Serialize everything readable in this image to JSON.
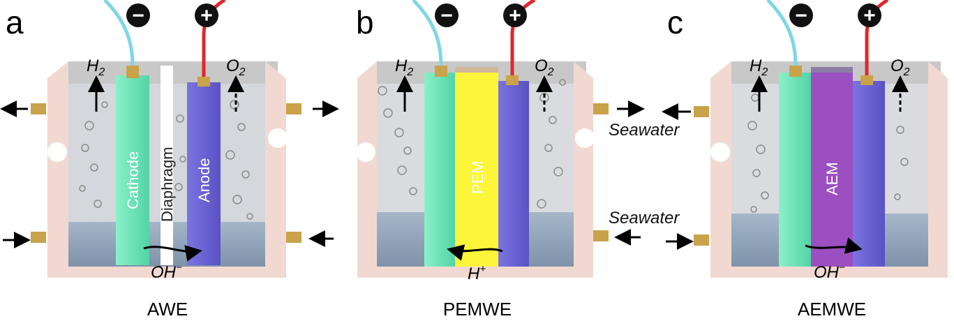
{
  "colors": {
    "cathode": "#6fe3b8",
    "anode": "#7068d8",
    "pem": "#fcf53a",
    "aem": "#9b4fc0",
    "tank": "#f1d9d2",
    "water": "#8fa3b8",
    "negative_wire": "#7fd6e6",
    "positive_wire": "#e0262b"
  },
  "panels": [
    {
      "letter": "a",
      "caption": "AWE",
      "negative": "−",
      "positive": "+",
      "gas_left": {
        "base": "H",
        "sub": "2"
      },
      "gas_right": {
        "base": "O",
        "sub": "2"
      },
      "cathode_label": "Cathode",
      "separator_label": "Diaphragm",
      "anode_label": "Anode",
      "ion": {
        "base": "OH",
        "sup": "−"
      }
    },
    {
      "letter": "b",
      "caption": "PEMWE",
      "negative": "−",
      "positive": "+",
      "gas_left": {
        "base": "H",
        "sub": "2"
      },
      "gas_right": {
        "base": "O",
        "sub": "2"
      },
      "separator_label": "PEM",
      "ion": {
        "base": "H",
        "sup": "+"
      },
      "stream_top": "Seawater",
      "stream_bottom": "Seawater"
    },
    {
      "letter": "c",
      "caption": "AEMWE",
      "negative": "−",
      "positive": "+",
      "gas_left": {
        "base": "H",
        "sub": "2"
      },
      "gas_right": {
        "base": "O",
        "sub": "2"
      },
      "separator_label": "AEM",
      "ion": {
        "base": "OH",
        "sup": "−"
      }
    }
  ]
}
